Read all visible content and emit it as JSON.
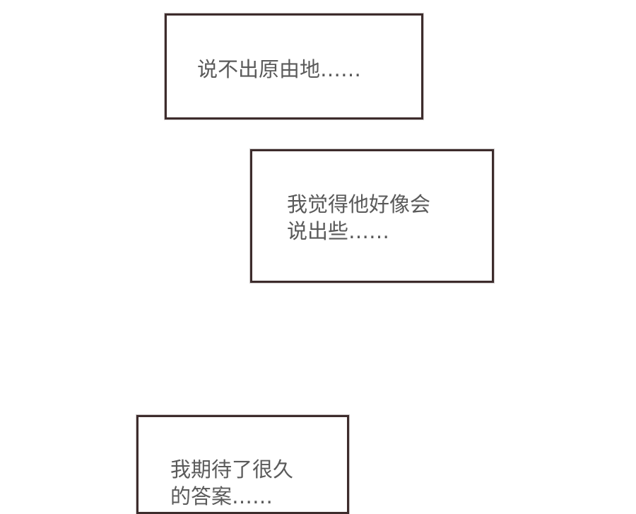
{
  "captions": [
    {
      "lines": [
        "说不出原由地……"
      ]
    },
    {
      "lines": [
        "我觉得他好像会",
        "说出些……"
      ]
    },
    {
      "lines": [
        "我期待了很久",
        "的答案……"
      ]
    }
  ]
}
